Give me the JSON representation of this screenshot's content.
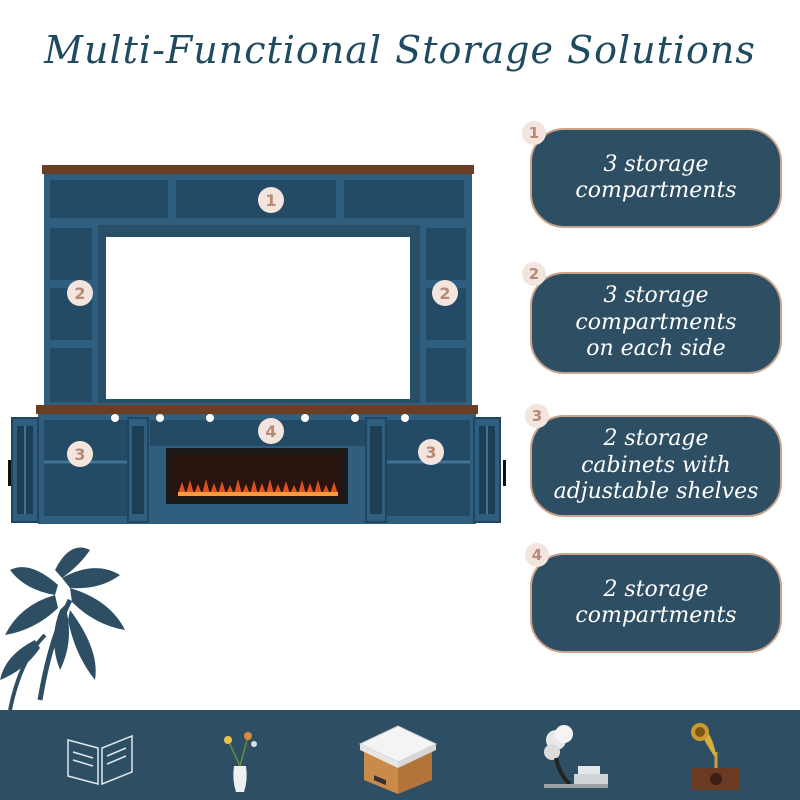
{
  "page": {
    "title": "Multi-Functional Storage Solutions"
  },
  "colors": {
    "cabinet_blue": "#2f5e7e",
    "wood_top": "#6b3d22",
    "callout_bg": "#2e4f63",
    "badge_bg": "#f3e4dd",
    "badge_text": "#b48a78",
    "title_text": "#1f4a60"
  },
  "unit": {
    "markers": {
      "top": "1",
      "left_side": "2",
      "right_side": "2",
      "left_cabinet": "3",
      "right_cabinet": "3",
      "fireplace": "4"
    }
  },
  "callouts": [
    {
      "number": "1",
      "text": "3 storage\ncompartments"
    },
    {
      "number": "2",
      "text": "3 storage\ncompartments\non each side"
    },
    {
      "number": "3",
      "text": "2 storage\ncabinets with\nadjustable shelves"
    },
    {
      "number": "4",
      "text": "2 storage\ncompartments"
    }
  ],
  "decor_icons": [
    "open-book-icon",
    "flower-vase-icon",
    "storage-box-icon",
    "sculpture-icon",
    "gramophone-icon"
  ]
}
